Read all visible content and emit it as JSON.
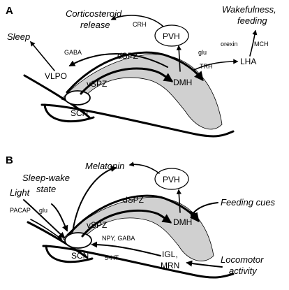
{
  "panels": [
    {
      "letter": "A",
      "regions": {
        "pvh": "PVH",
        "dspz": "dSPZ",
        "vspz": "vSPZ",
        "dmh": "DMH",
        "scn": "SCN",
        "vlpo": "VLPO",
        "lha": "LHA"
      },
      "connections": {
        "gaba": "GABA",
        "crh": "CRH",
        "glu": "glu",
        "trh": "TRH",
        "orexin": "orexin",
        "mch": "MCH"
      },
      "outputs": {
        "sleep": "Sleep",
        "corticosteroid": [
          "Corticosteroid",
          "release"
        ],
        "wakefulness": [
          "Wakefulness,",
          "feeding"
        ]
      }
    },
    {
      "letter": "B",
      "regions": {
        "pvh": "PVH",
        "dspz": "dSPZ",
        "vspz": "vSPZ",
        "dmh": "DMH",
        "scn": "SCN",
        "igl_mrn": [
          "IGL,",
          "MRN"
        ]
      },
      "connections": {
        "pacap": "PACAP",
        "glu": "glu",
        "npy_gaba": "NPY, GABA",
        "ht5": "5-HT"
      },
      "inputs_outputs": {
        "melatonin": "Melatonin",
        "sleep_wake": [
          "Sleep-wake",
          "state"
        ],
        "light": "Light",
        "feeding_cues": "Feeding cues",
        "locomotor": [
          "Locomotor",
          "activity"
        ]
      }
    }
  ]
}
